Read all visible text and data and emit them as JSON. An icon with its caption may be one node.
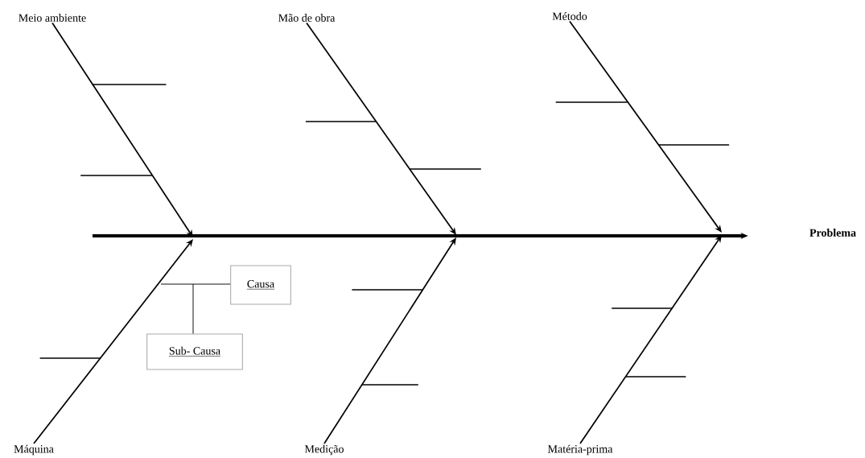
{
  "diagram": {
    "nodes": [
      {
        "text": [
          "Meio ambiente"
        ]
      },
      {
        "text": [
          "Mão de obra"
        ]
      },
      {
        "text": [
          "Método"
        ]
      },
      {
        "text": [
          "Máquina"
        ]
      },
      {
        "text": [
          "Medição"
        ]
      },
      {
        "text": [
          "Matéria-prima"
        ]
      },
      {
        "text": [
          "Problema"
        ]
      },
      {
        "text": [
          "Causa"
        ]
      },
      {
        "text": [
          "Sub- Causa"
        ]
      }
    ],
    "edges": [
      {
        "from": 0,
        "to": null,
        "arrow": "to"
      },
      {
        "from": 1,
        "to": null,
        "arrow": "to"
      },
      {
        "from": 2,
        "to": null,
        "arrow": "to"
      },
      {
        "from": 3,
        "to": null,
        "arrow": "to"
      },
      {
        "from": 4,
        "to": null,
        "arrow": "to"
      },
      {
        "from": 5,
        "to": null,
        "arrow": "to"
      },
      {
        "from": null,
        "to": 6,
        "arrow": "to",
        "style": "thick"
      },
      {
        "from": null,
        "to": 7,
        "arrow": "none"
      },
      {
        "from": null,
        "to": 8,
        "arrow": "none"
      }
    ]
  }
}
